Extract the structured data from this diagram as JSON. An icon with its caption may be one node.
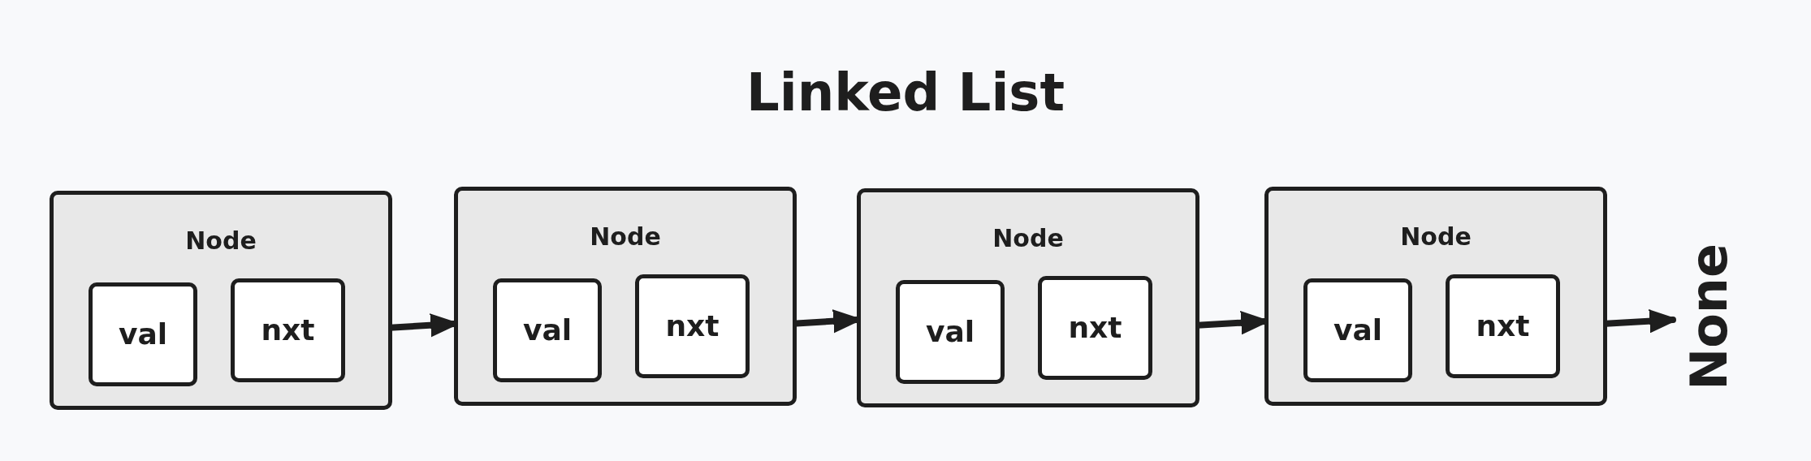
{
  "diagram": {
    "title": "Linked List",
    "nodes": [
      {
        "text": [
          "Node"
        ]
      },
      {
        "text": [
          "val"
        ],
        "in": 0
      },
      {
        "text": [
          "nxt"
        ],
        "in": 0
      },
      {
        "text": [
          "Node"
        ]
      },
      {
        "text": [
          "val"
        ],
        "in": 3
      },
      {
        "text": [
          "nxt"
        ],
        "in": 3
      },
      {
        "text": [
          "Node"
        ]
      },
      {
        "text": [
          "val"
        ],
        "in": 6
      },
      {
        "text": [
          "nxt"
        ],
        "in": 6
      },
      {
        "text": [
          "Node"
        ]
      },
      {
        "text": [
          "val"
        ],
        "in": 9
      },
      {
        "text": [
          "nxt"
        ],
        "in": 9
      },
      {
        "text": [
          "None"
        ]
      }
    ],
    "edges": [
      {
        "from": 2,
        "to": 3,
        "arrow": "to"
      },
      {
        "from": 5,
        "to": 6,
        "arrow": "to"
      },
      {
        "from": 8,
        "to": 9,
        "arrow": "to"
      },
      {
        "from": 11,
        "to": 12,
        "arrow": "to"
      }
    ]
  }
}
